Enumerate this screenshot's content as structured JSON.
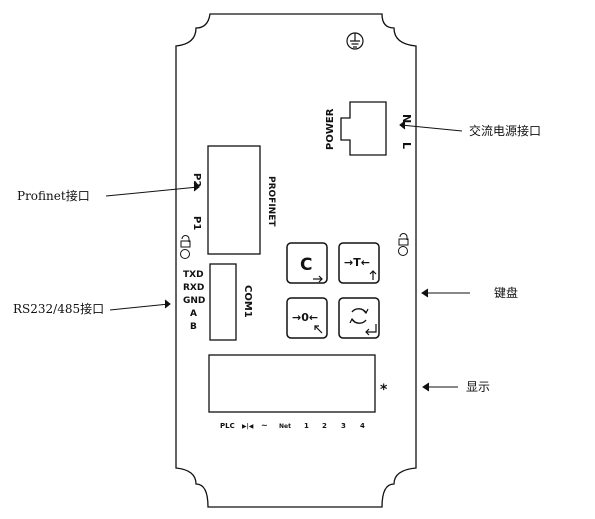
{
  "callouts": {
    "power": "交流电源接口",
    "profinet": "Profinet接口",
    "keyboard": "键盘",
    "rs232": "RS232/485接口",
    "display": "显示"
  },
  "power": {
    "label": "POWER",
    "pin_n": "N",
    "pin_l": "L"
  },
  "profinet_port": {
    "label": "PROFINET",
    "p2": "P2",
    "p1": "P1"
  },
  "com_port": {
    "label": "COM1",
    "pins": [
      "TXD",
      "RXD",
      "GND",
      "A",
      "B"
    ]
  },
  "keys": {
    "clear": "C",
    "tare": "→T←",
    "zero": "→0←"
  },
  "display": {
    "star": "*",
    "indicators": [
      "PLC",
      "▶|◀",
      "~",
      "Net",
      "1",
      "2",
      "3",
      "4"
    ]
  },
  "icons": [
    "ground-icon",
    "lock-icon",
    "arrow-right-icon",
    "arrow-up-icon",
    "arrow-diagonal-icon",
    "cycle-arrows-icon",
    "enter-arrow-icon"
  ]
}
